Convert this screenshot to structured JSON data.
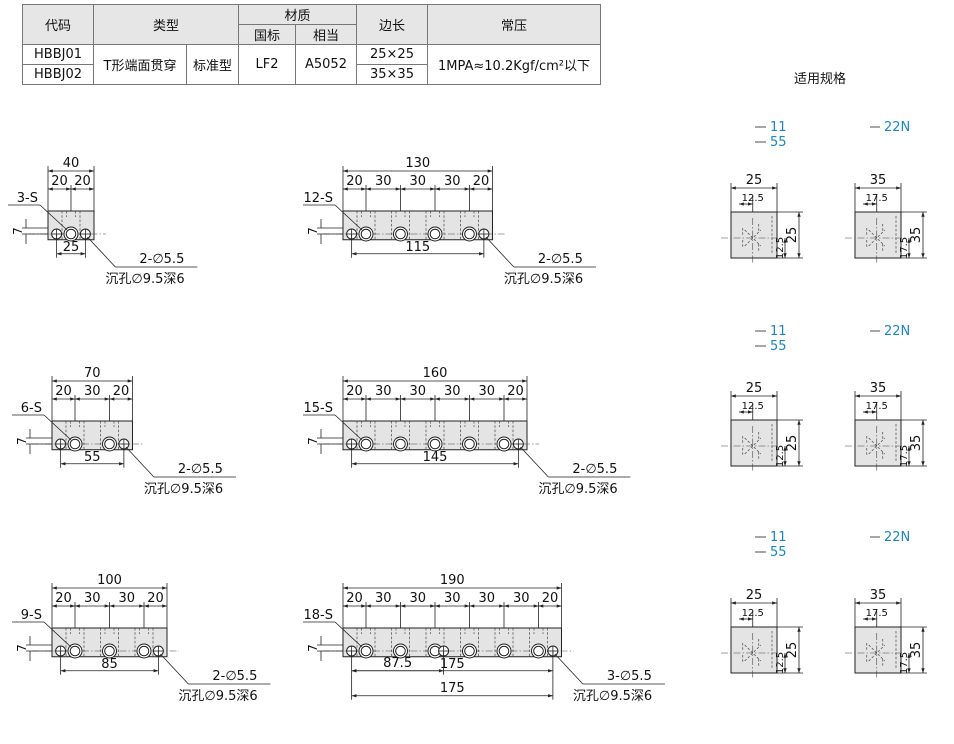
{
  "table": {
    "headers": {
      "code": "代码",
      "type": "类型",
      "material": "材质",
      "mat_cn": "国标",
      "mat_eq": "相当",
      "side": "边长",
      "pressure": "常压"
    },
    "rows": [
      {
        "code": "HBBJ01",
        "side": "25×25"
      },
      {
        "code": "HBBJ02",
        "side": "35×35"
      }
    ],
    "type_name": "T形端面贯穿",
    "type_kind": "标准型",
    "mat_cn": "LF2",
    "mat_eq": "A5052",
    "pressure": "1MPA≈10.2Kgf/cm²以下"
  },
  "applicable_label": "适用规格",
  "note_hole": "2-∅5.5",
  "note_hole3": "3-∅5.5",
  "note_cb": "沉孔∅9.5深6",
  "dim7": "7",
  "side_specs": [
    "11",
    "55",
    "22N"
  ],
  "side_small": {
    "w": "25",
    "half": "12.5",
    "h": "25",
    "hh": "12.5"
  },
  "side_large": {
    "w": "35",
    "half": "17.5",
    "h": "35",
    "hh": "17.5"
  },
  "blocks": [
    {
      "label": "3-S",
      "total": "40",
      "pitches": [
        "20",
        "20"
      ],
      "bottom": "25"
    },
    {
      "label": "12-S",
      "total": "130",
      "pitches": [
        "20",
        "30",
        "30",
        "30",
        "20"
      ],
      "bottom": "115"
    },
    {
      "label": "6-S",
      "total": "70",
      "pitches": [
        "20",
        "30",
        "20"
      ],
      "bottom": "55"
    },
    {
      "label": "15-S",
      "total": "160",
      "pitches": [
        "20",
        "30",
        "30",
        "30",
        "30",
        "20"
      ],
      "bottom": "145"
    },
    {
      "label": "9-S",
      "total": "100",
      "pitches": [
        "20",
        "30",
        "30",
        "20"
      ],
      "bottom": "85"
    },
    {
      "label": "18-S",
      "total": "190",
      "pitches": [
        "20",
        "30",
        "30",
        "30",
        "30",
        "30",
        "20"
      ],
      "bottom": "175",
      "mid_dim": "87.5"
    }
  ]
}
